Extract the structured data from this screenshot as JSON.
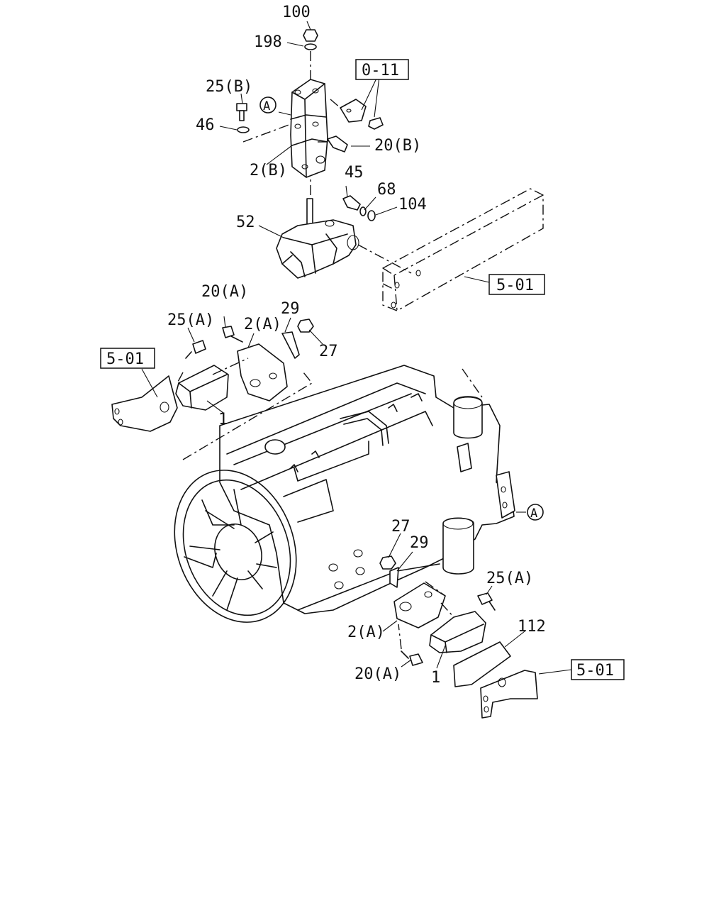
{
  "callouts": {
    "c100": "100",
    "c198": "198",
    "c25b": "25(B)",
    "c46": "46",
    "c2b": "2(B)",
    "c20b": "20(B)",
    "c45": "45",
    "c68": "68",
    "c104": "104",
    "c52": "52",
    "c20a_top": "20(A)",
    "c25a_top": "25(A)",
    "c2a_top": "2(A)",
    "c29_top": "29",
    "c27_top": "27",
    "c1_top": "1",
    "c27_bot": "27",
    "c29_bot": "29",
    "c25a_bot": "25(A)",
    "c112": "112",
    "c2a_bot": "2(A)",
    "c20a_bot": "20(A)",
    "c1_bot": "1"
  },
  "references": {
    "ref_011": "0-11",
    "ref_501_right": "5-01",
    "ref_501_left": "5-01",
    "ref_501_bottom": "5-01"
  },
  "circle_markers": {
    "a_top": "A",
    "a_engine": "A"
  },
  "icons": [
    "nut",
    "washer",
    "bolt",
    "mount-bracket",
    "rubber-mount",
    "engine-block",
    "fan",
    "frame-rail"
  ]
}
